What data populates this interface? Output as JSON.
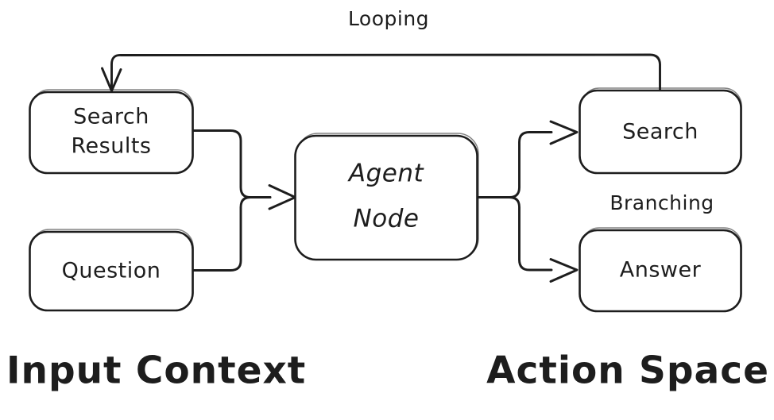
{
  "diagram": {
    "title": "Agent Node loop and branching diagram",
    "background_color": "#ffffff",
    "stroke_color": "#1d1d1d",
    "nodes": {
      "search_results": {
        "label_line1": "Search",
        "label_line2": "Results"
      },
      "question": {
        "label": "Question"
      },
      "agent_node": {
        "label_line1": "Agent",
        "label_line2": "Node"
      },
      "search_action": {
        "label": "Search"
      },
      "answer_action": {
        "label": "Answer"
      }
    },
    "edge_labels": {
      "looping": "Looping",
      "branching": "Branching"
    },
    "group_captions": {
      "input_context": "Input Context",
      "action_space": "Action Space"
    }
  }
}
